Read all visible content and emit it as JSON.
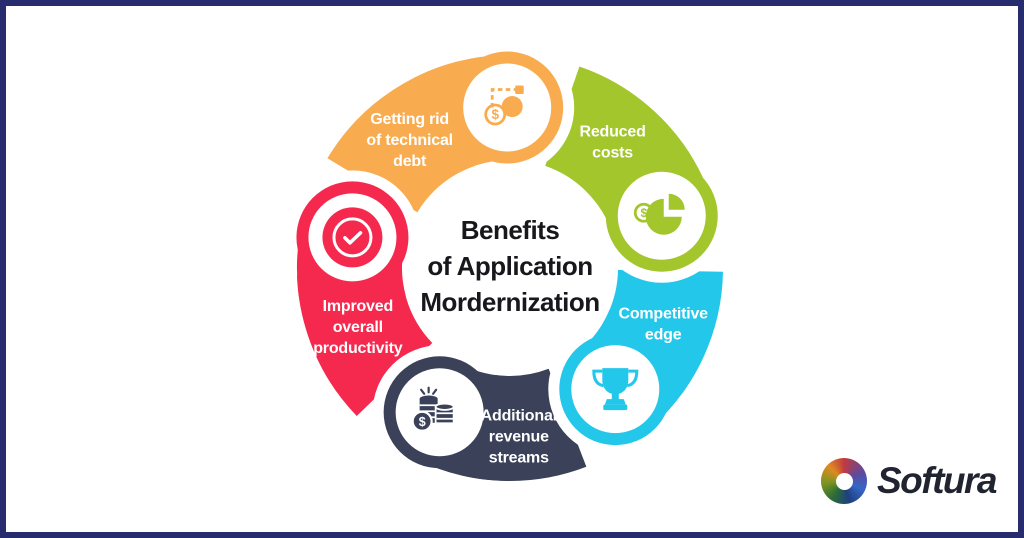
{
  "frame": {
    "border_color": "#272c6e",
    "background": "#ffffff"
  },
  "title": {
    "text": "Benefits\nof Application\nMordernization",
    "color": "#17171c"
  },
  "diagram": {
    "type": "cycle",
    "segments": [
      {
        "id": "technical-debt",
        "label": "Getting rid\nof technical\ndebt",
        "color": "#F8AC4F",
        "icon": "wrecking-ball-icon",
        "icon_angle": 359,
        "label_angle": 322
      },
      {
        "id": "reduced-costs",
        "label": "Reduced\ncosts",
        "color": "#A3C62C",
        "icon": "pie-chart-icon",
        "icon_angle": 71,
        "label_angle": 39
      },
      {
        "id": "competitive-edge",
        "label": "Competitive\nedge",
        "color": "#23C7EA",
        "icon": "trophy-icon",
        "icon_angle": 139,
        "label_angle": 110
      },
      {
        "id": "revenue-streams",
        "label": "Additional\nrevenue\nstreams",
        "color": "#3A4158",
        "icon": "coins-icon",
        "icon_angle": 206,
        "label_angle": 177,
        "label_radius": 168
      },
      {
        "id": "productivity",
        "label": "Improved\noverall\nproductivity",
        "color": "#F5294E",
        "icon": "check-circle-icon",
        "icon_angle": 281,
        "label_angle": 249
      }
    ]
  },
  "logo": {
    "wordmark": "Softura"
  }
}
